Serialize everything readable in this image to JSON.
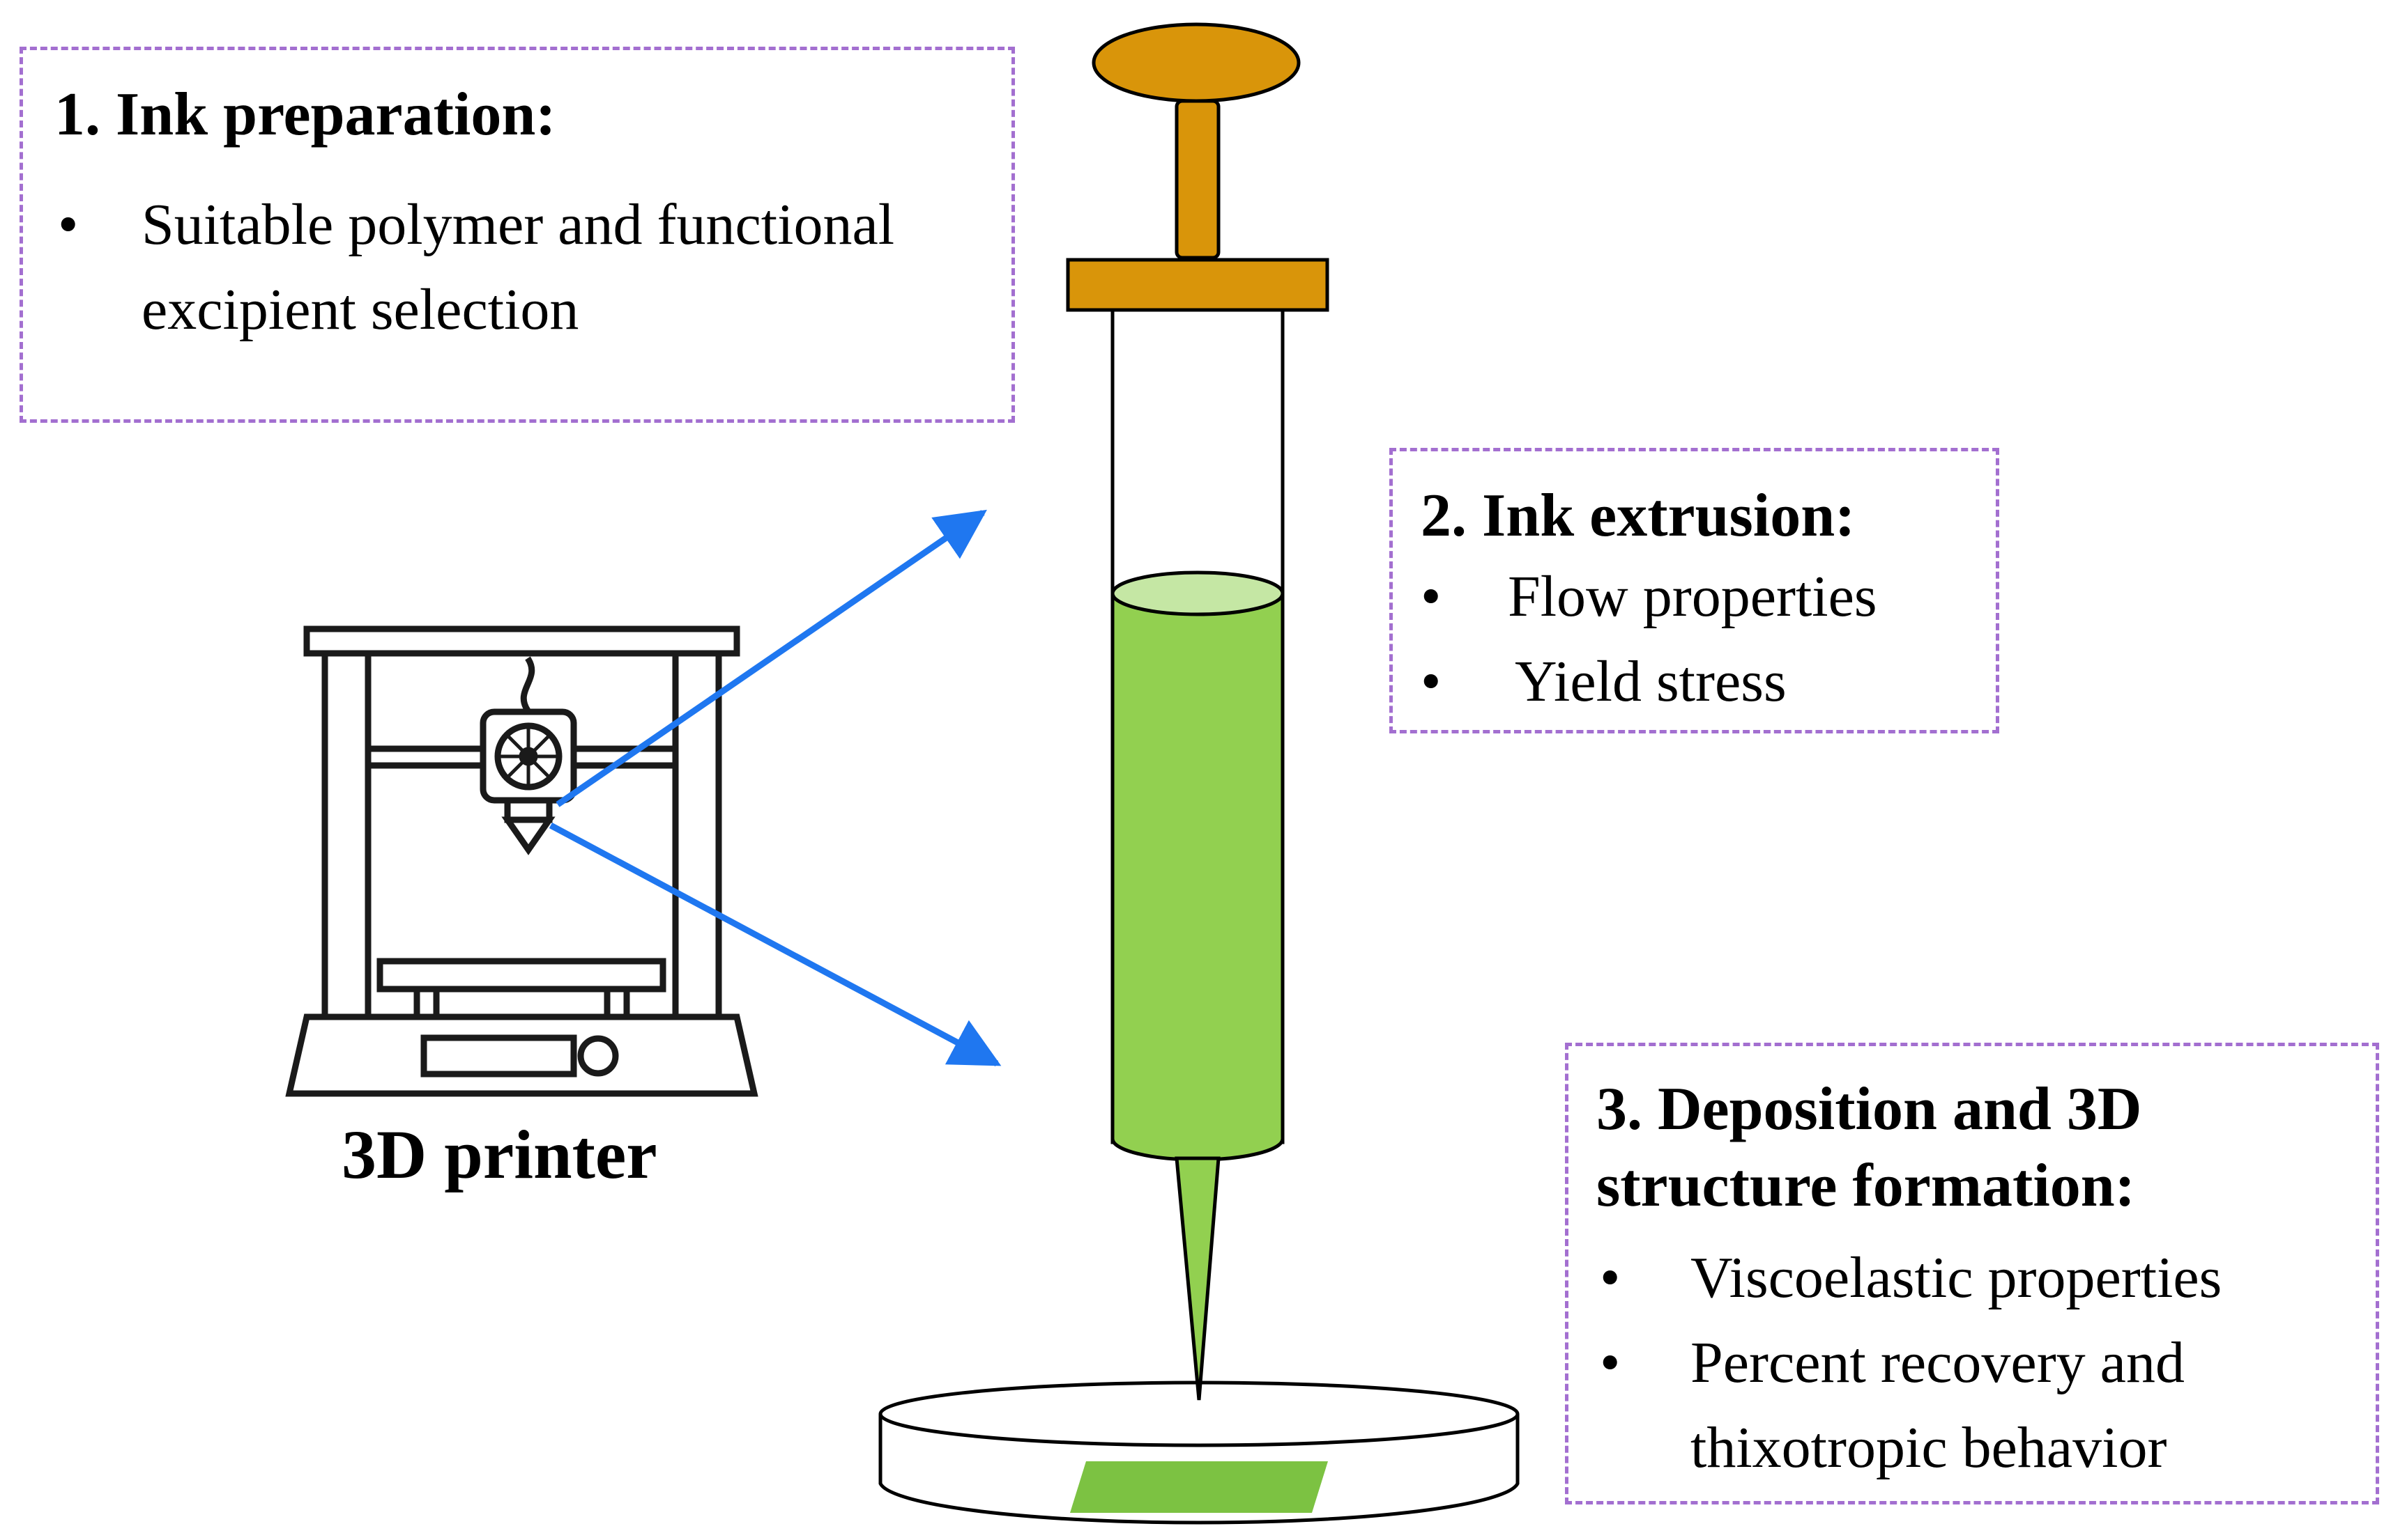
{
  "colors": {
    "ink_green": "#92d050",
    "ink_green_light": "#c5e7a4",
    "plunger_orange": "#d9950a",
    "arrow_blue": "#1f77f0",
    "box_border": "#a36fd0",
    "deposit_green": "#7cc242"
  },
  "step1": {
    "title": "1. Ink preparation:",
    "bullets": [
      "Suitable polymer and functional excipient selection"
    ],
    "icon": "beaker-icon"
  },
  "step2": {
    "title": "2. Ink extrusion:",
    "bullets": [
      "Flow properties",
      "Yield stress"
    ]
  },
  "step3": {
    "title": "3. Deposition and 3D structure formation:",
    "bullets": [
      "Viscoelastic properties",
      "Percent recovery and thixotropic behavior"
    ]
  },
  "printer": {
    "label": "3D printer",
    "icon": "3d-printer-icon"
  }
}
